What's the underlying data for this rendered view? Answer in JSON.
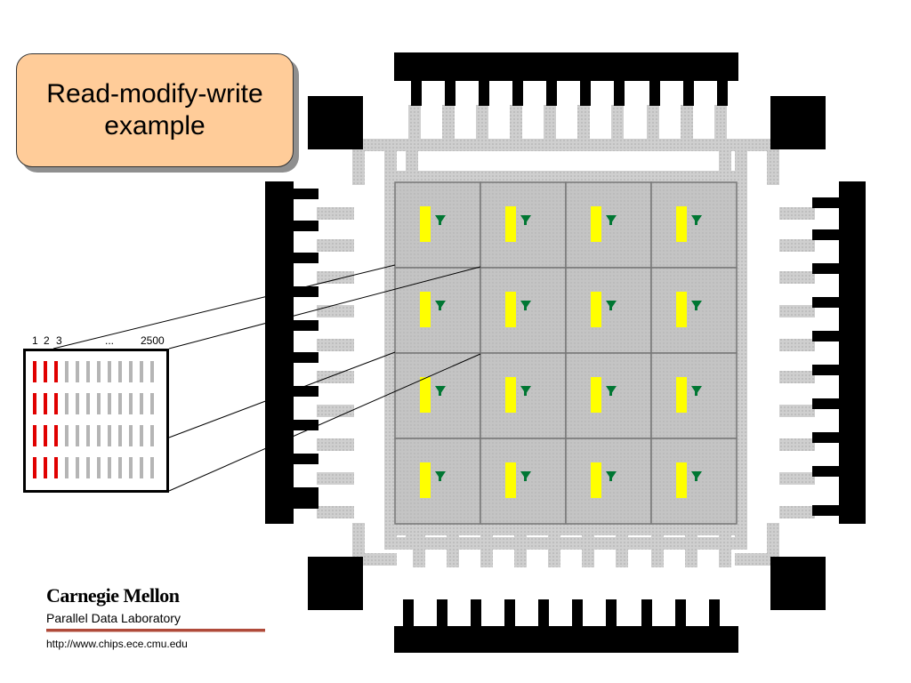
{
  "slide": {
    "title": "Read-modify-write\nexample"
  },
  "array": {
    "labels": [
      "1",
      "2",
      "3",
      "...",
      "2500"
    ],
    "rows": 4,
    "columns": 12,
    "highlighted_columns": 3,
    "colors": {
      "highlight": "#e00000",
      "normal": "#b5b5b5"
    }
  },
  "chip": {
    "grid_rows": 4,
    "grid_cols": 4,
    "colors": {
      "pin": "#000000",
      "trace": "#cccccc",
      "cell": "#c0c0c0",
      "memory_bar": "#ffff00",
      "logic_triangle": "#007733"
    }
  },
  "footer": {
    "brand": "Carnegie Mellon",
    "lab": "Parallel Data Laboratory",
    "url": "http://www.chips.ece.cmu.edu"
  }
}
